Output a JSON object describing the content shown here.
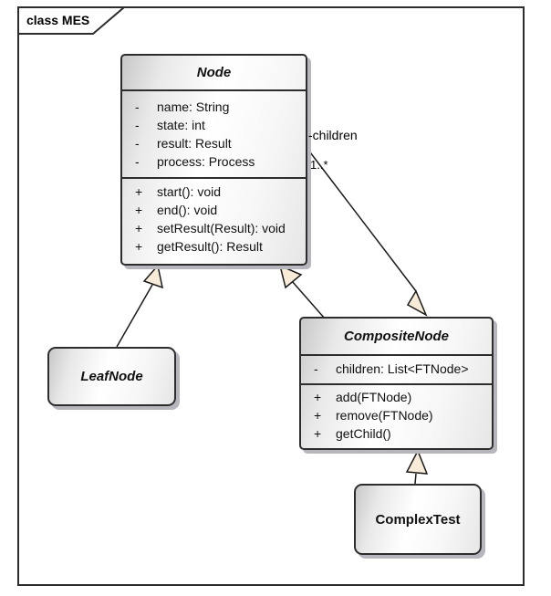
{
  "frame": {
    "label": "class MES"
  },
  "classes": {
    "node": {
      "name": "Node",
      "attributes": [
        {
          "vis": "-",
          "text": "name: String"
        },
        {
          "vis": "-",
          "text": "state: int"
        },
        {
          "vis": "-",
          "text": "result: Result"
        },
        {
          "vis": "-",
          "text": "process: Process"
        }
      ],
      "methods": [
        {
          "vis": "+",
          "text": "start(): void"
        },
        {
          "vis": "+",
          "text": "end(): void"
        },
        {
          "vis": "+",
          "text": "setResult(Result): void"
        },
        {
          "vis": "+",
          "text": "getResult(): Result"
        }
      ]
    },
    "leafnode": {
      "name": "LeafNode"
    },
    "compositenode": {
      "name": "CompositeNode",
      "attributes": [
        {
          "vis": "-",
          "text": "children: List<FTNode>"
        }
      ],
      "methods": [
        {
          "vis": "+",
          "text": "add(FTNode)"
        },
        {
          "vis": "+",
          "text": "remove(FTNode)"
        },
        {
          "vis": "+",
          "text": "getChild()"
        }
      ]
    },
    "complextest": {
      "name": "ComplexTest"
    }
  },
  "association": {
    "role": "-children",
    "multiplicity": "1..*"
  },
  "colors": {
    "line": "#1a1a1a",
    "border": "#2d2d2d",
    "triangle_fill": "#f8ecd8",
    "box_shadow": "#b7b6be"
  }
}
